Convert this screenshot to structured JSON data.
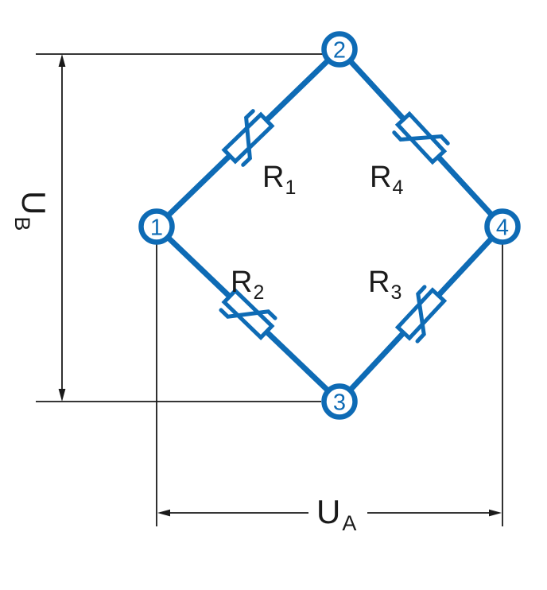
{
  "figure": {
    "type": "wheatstone-bridge-circuit",
    "colors": {
      "bridge_blue": "#0e6bb5",
      "dimension_black": "#1a1a1a",
      "background": "#ffffff"
    },
    "nodes": [
      {
        "label": "1"
      },
      {
        "label": "2"
      },
      {
        "label": "3"
      },
      {
        "label": "4"
      }
    ],
    "resistors": [
      {
        "name": "R",
        "sub": "1"
      },
      {
        "name": "R",
        "sub": "2"
      },
      {
        "name": "R",
        "sub": "3"
      },
      {
        "name": "R",
        "sub": "4"
      }
    ],
    "voltages": {
      "ub": {
        "name": "U",
        "sub": "B"
      },
      "ua": {
        "name": "U",
        "sub": "A"
      }
    }
  }
}
